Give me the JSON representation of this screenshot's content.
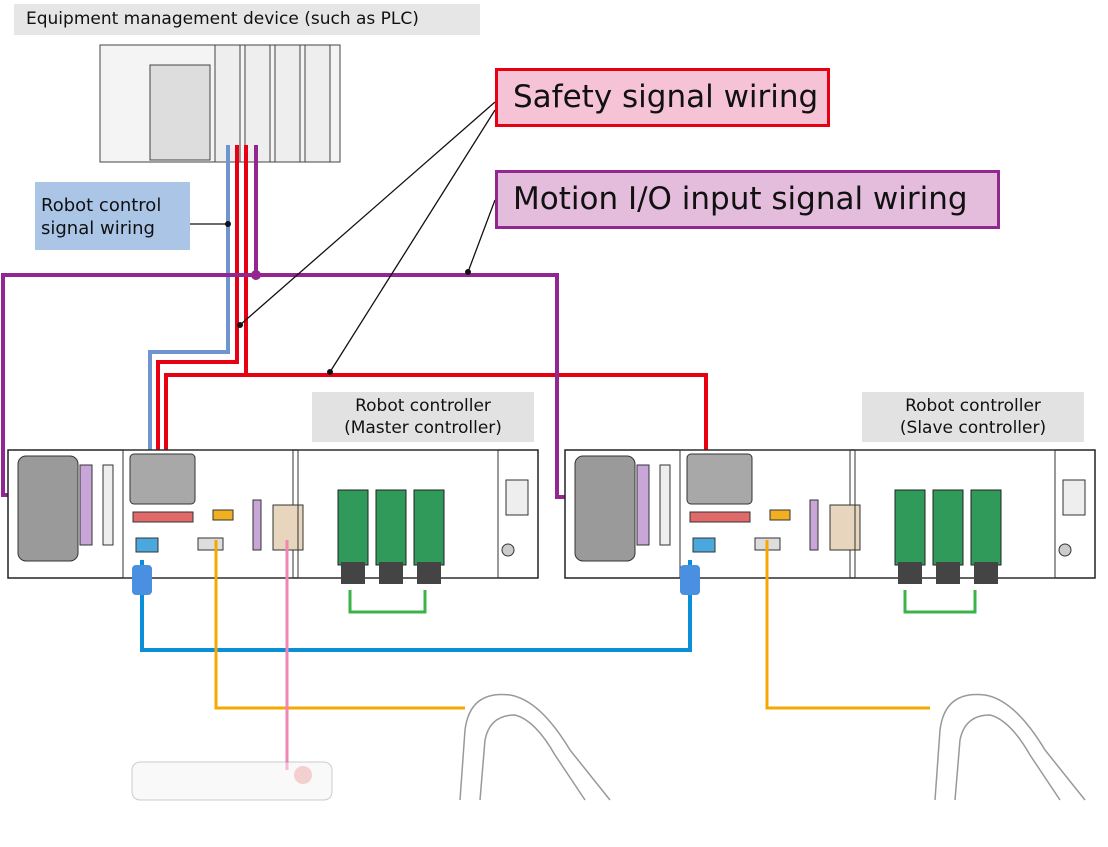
{
  "labels": {
    "plc": "Equipment management device (such as PLC)",
    "safety": "Safety signal wiring",
    "motion": "Motion I/O input signal wiring",
    "robot_control_1": "Robot control",
    "robot_control_2": "signal wiring",
    "master_1": "Robot controller",
    "master_2": "(Master controller)",
    "slave_1": "Robot controller",
    "slave_2": "(Slave controller)"
  },
  "colors": {
    "safety": "#e60012",
    "motion": "#92278f",
    "robot_control": "#6f95d0",
    "lan": "#0a8fd6",
    "orange": "#f5a800",
    "pink": "#ef86b3",
    "green": "#3db24a"
  }
}
